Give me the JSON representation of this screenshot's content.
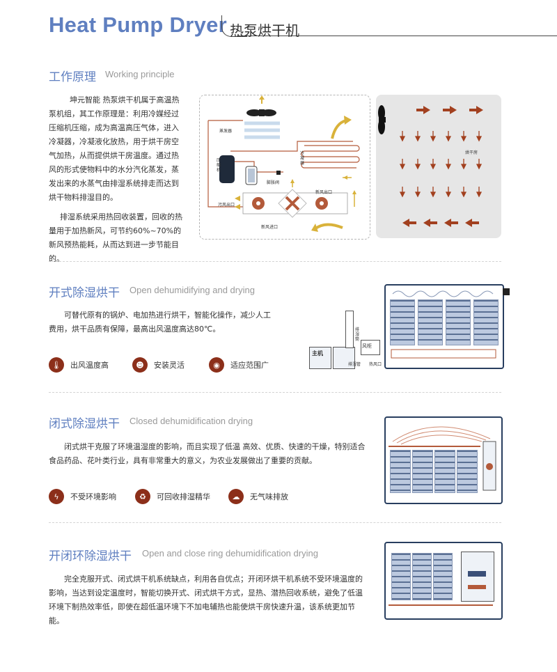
{
  "header": {
    "title_en": "Heat Pump Dryer",
    "title_cn": "热泵烘干机"
  },
  "working_principle": {
    "title_cn": "工作原理",
    "title_en": "Working principle",
    "para1": "坤元智能 热泵烘干机属于高温热泵机组，其工作原理是：利用冷媒经过压缩机压缩，成为高温高压气体，进入冷凝器，冷凝液化放热，用于烘干房空气加热，从而提供烘干房温度。通过热风的形式使物料中的水分汽化蒸发，蒸发出来的水蒸气由排湿系统排走而达到烘干物料排湿目的。",
    "para2": "排湿系统采用热回收装置，回收的热量用于加热新风，可节约60%~70%的新风预热能耗，从而达到进一步节能目的。",
    "diagram_labels": {
      "evaporator": "蒸发器",
      "compressor": "压缩机",
      "condenser": "冷凝器",
      "expansion_valve": "膨胀阀",
      "fresh_air_out": "新风出口",
      "waste_air_out": "污风出口",
      "fresh_air_in": "新风进口",
      "drying_room": "烘干房"
    }
  },
  "open_dehumidifying": {
    "title_cn": "开式除湿烘干",
    "title_en": "Open dehumidifying and drying",
    "body": "可替代原有的锅炉、电加热进行烘干，智能化操作，减少人工费用，烘干品质有保障，最高出风温度高达80℃。",
    "features": [
      {
        "icon": "thermometer-icon",
        "label": "出风温度高"
      },
      {
        "icon": "worker-icon",
        "label": "安装灵活"
      },
      {
        "icon": "radar-icon",
        "label": "适应范围广"
      }
    ],
    "diagram_labels": {
      "host": "主机",
      "fan": "风柜",
      "hot_air": "热风口",
      "dehumid": "排湿管",
      "stack": "排湿筒"
    }
  },
  "closed_dehumidification": {
    "title_cn": "闭式除湿烘干",
    "title_en": "Closed dehumidification drying",
    "body": "闭式烘干克服了环境温湿度的影响，而且实现了低温 高效、优质、快速的干燥，特别适合食品药品、花叶类行业，具有非常重大的意义，为农业发展做出了重要的贡献。",
    "features": [
      {
        "icon": "lightning-icon",
        "label": "不受环境影响"
      },
      {
        "icon": "recycle-drops-icon",
        "label": "可回收排湿精华"
      },
      {
        "icon": "cloud-icon",
        "label": "无气味排放"
      }
    ]
  },
  "open_close_ring": {
    "title_cn": "开闭环除湿烘干",
    "title_en": "Open and close ring dehumidification drying",
    "body": "完全克服开式、闭式烘干机系统缺点，利用各自优点；开闭环烘干机系统不受环境温度的影响，当达到设定温度时，智能切换开式、闭式烘干方式，显热、潜热回收系统，避免了低温环境下制热效率低，即使在超低温环境下不加电辅热也能使烘干房快速升温，该系统更加节能。"
  },
  "colors": {
    "accent_blue": "#5f7fc0",
    "brand_red": "#8c2f1a",
    "arrow_orange": "#a2401f",
    "arrow_yellow": "#d9b23a",
    "rack_navy": "#283e5f"
  }
}
